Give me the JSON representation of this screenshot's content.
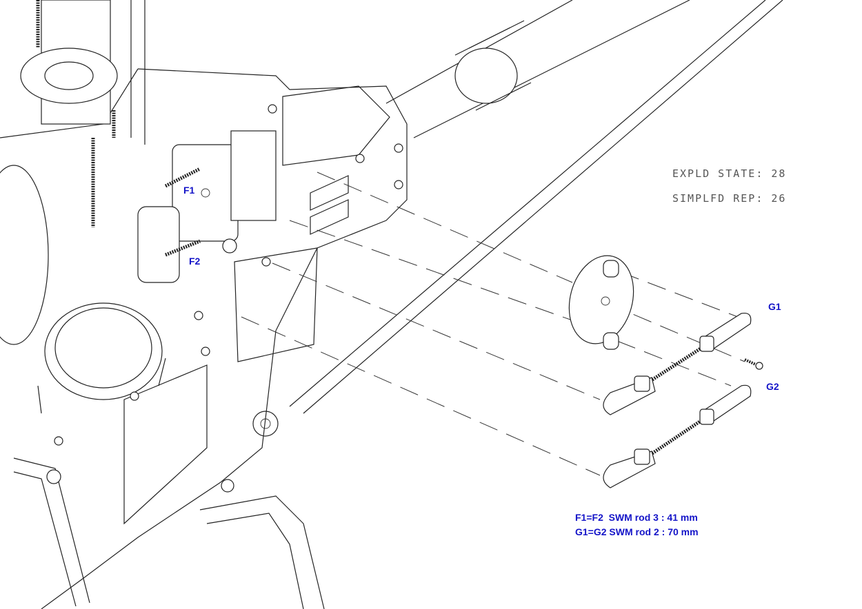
{
  "info": {
    "exploded_state": "EXPLD STATE: 28",
    "simplified_rep": "SIMPLFD REP: 26"
  },
  "labels": {
    "f1": "F1",
    "f2": "F2",
    "g1": "G1",
    "g2": "G2"
  },
  "notes": {
    "line1": "F1=F2  SWM rod 3 : 41 mm",
    "line2": "G1=G2 SWM rod 2 : 70 mm"
  },
  "colors": {
    "label": "#1414c8",
    "line": "#222222",
    "info_text": "#555555"
  }
}
